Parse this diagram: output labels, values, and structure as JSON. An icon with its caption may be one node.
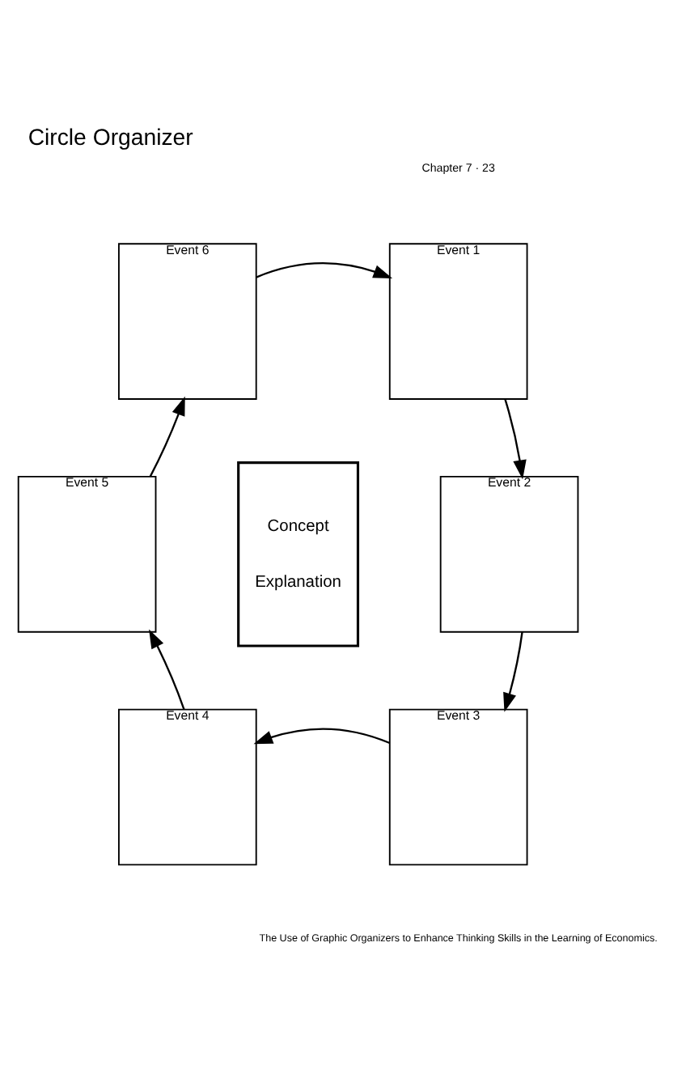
{
  "diagram": {
    "title": "Circle Organizer",
    "nodes": [
      {
        "text": [
          "Event 6"
        ]
      },
      {
        "text": [
          "Event 1"
        ]
      },
      {
        "text": [
          "Concept",
          "Explanation"
        ]
      },
      {
        "text": [
          "Event 5"
        ]
      },
      {
        "text": [
          "Event 2"
        ]
      },
      {
        "text": [
          "Event 4"
        ]
      },
      {
        "text": [
          "Event 3"
        ]
      }
    ],
    "edges": [
      {
        "from": 0,
        "to": 1,
        "arrow": "to"
      },
      {
        "from": 1,
        "to": 4,
        "arrow": "to"
      },
      {
        "from": 4,
        "to": 6,
        "arrow": "to"
      },
      {
        "from": 6,
        "to": 5,
        "arrow": "to"
      },
      {
        "from": 5,
        "to": 3,
        "arrow": "to"
      },
      {
        "from": 3,
        "to": 0,
        "arrow": "to"
      }
    ],
    "labels": [
      "Chapter 7 · 23",
      "The Use of Graphic Organizers to Enhance Thinking Skills in the Learning of Economics."
    ]
  }
}
